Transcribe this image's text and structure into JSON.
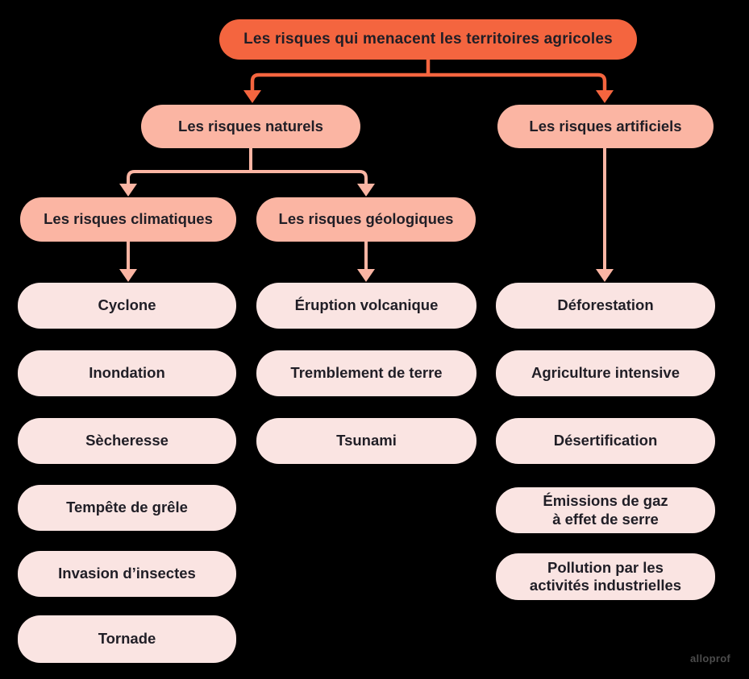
{
  "colors": {
    "background": "#000000",
    "root_box": "#F4653F",
    "branch_box": "#FBB5A3",
    "leaf_box": "#FAE4E2",
    "text": "#201E26",
    "connector_primary": "#F4653F",
    "connector_secondary": "#FBB5A3",
    "logo_text": "#4C4C4C"
  },
  "diagram": {
    "root": {
      "label": "Les risques qui menacent les territoires agricoles"
    },
    "natural": {
      "label": "Les risques naturels"
    },
    "artificial": {
      "label": "Les risques artificiels"
    },
    "climatic": {
      "label": "Les risques climatiques"
    },
    "geological": {
      "label": "Les risques géologiques"
    },
    "climatic_risks": [
      "Cyclone",
      "Inondation",
      "Sècheresse",
      "Tempête de grêle",
      "Invasion d’insectes",
      "Tornade"
    ],
    "geological_risks": [
      "Éruption volcanique",
      "Tremblement de terre",
      "Tsunami"
    ],
    "artificial_risks": [
      "Déforestation",
      "Agriculture intensive",
      "Désertification",
      "Émissions de gaz\nà effet de serre",
      "Pollution par les\nactivités industrielles"
    ]
  },
  "logo": {
    "text": "alloprof"
  }
}
